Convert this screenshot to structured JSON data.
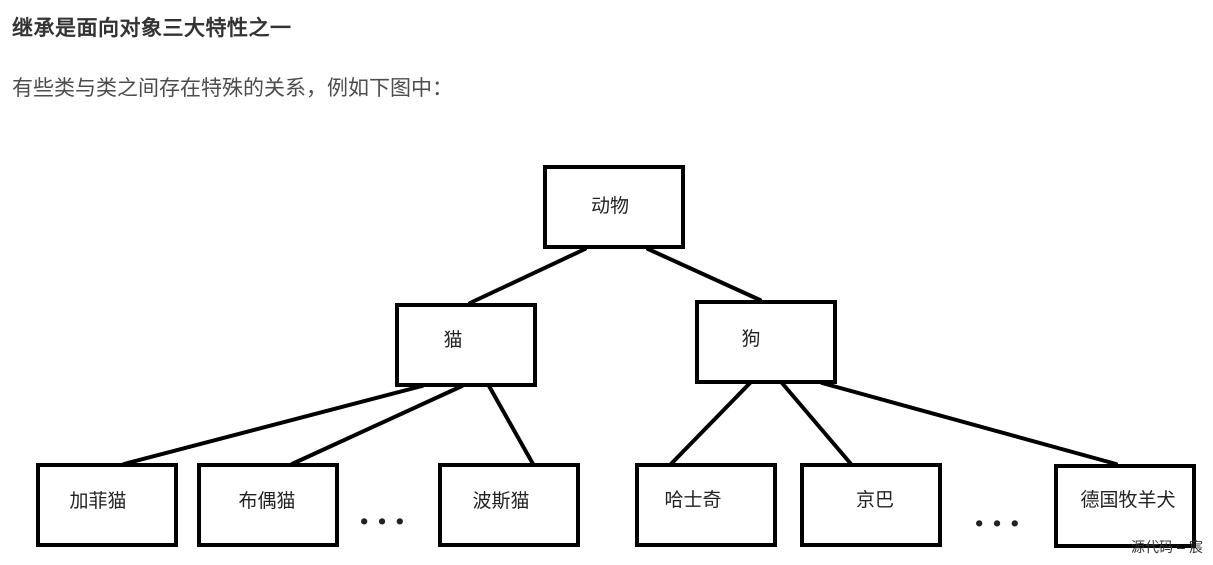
{
  "article": {
    "heading": "继承是面向对象三大特性之一",
    "intro": "有些类与类之间存在特殊的关系，例如下图中："
  },
  "diagram": {
    "root": "动物",
    "cat": "猫",
    "dog": "狗",
    "cat_children": [
      "加菲猫",
      "布偶猫",
      "波斯猫"
    ],
    "dog_children": [
      "哈士奇",
      "京巴",
      "德国牧羊犬"
    ],
    "ellipsis": "···"
  },
  "watermark": {
    "left": "源代码",
    "right": "宸"
  }
}
